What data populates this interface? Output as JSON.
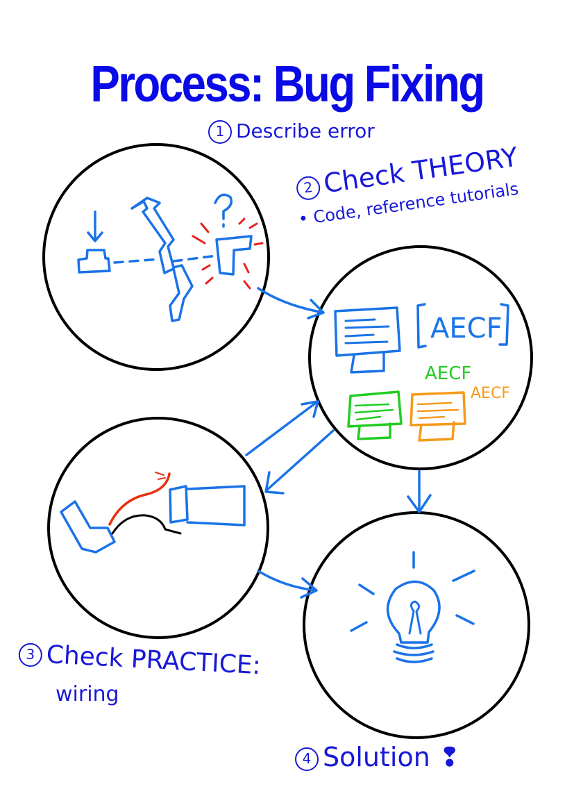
{
  "title": "Process: Bug Fixing",
  "steps": [
    {
      "number": "1",
      "label": "Describe error"
    },
    {
      "number": "2",
      "label": "Check THEORY",
      "sublabel": "Code, reference tutorials"
    },
    {
      "number": "3",
      "label": "Check PRACTICE:",
      "sublabel": "wiring"
    },
    {
      "number": "4",
      "label": "Solution"
    }
  ],
  "screen_labels": {
    "main": "AECF",
    "green": "AECF",
    "orange": "AECF"
  },
  "colors": {
    "title": "#0a0ae6",
    "ink": "#1818d8",
    "sketch": "#1a73e8",
    "circle": "#000000",
    "alert": "#e8201e",
    "green": "#22cc22",
    "orange": "#f59a1a",
    "wire_red": "#e83010"
  },
  "icons": [
    "button-icon",
    "down-arrow-icon",
    "zigzag-wall-icon",
    "question-mark-icon",
    "broken-part-icon",
    "monitor-icon",
    "cable-icon",
    "connector-icon",
    "lightbulb-icon"
  ]
}
